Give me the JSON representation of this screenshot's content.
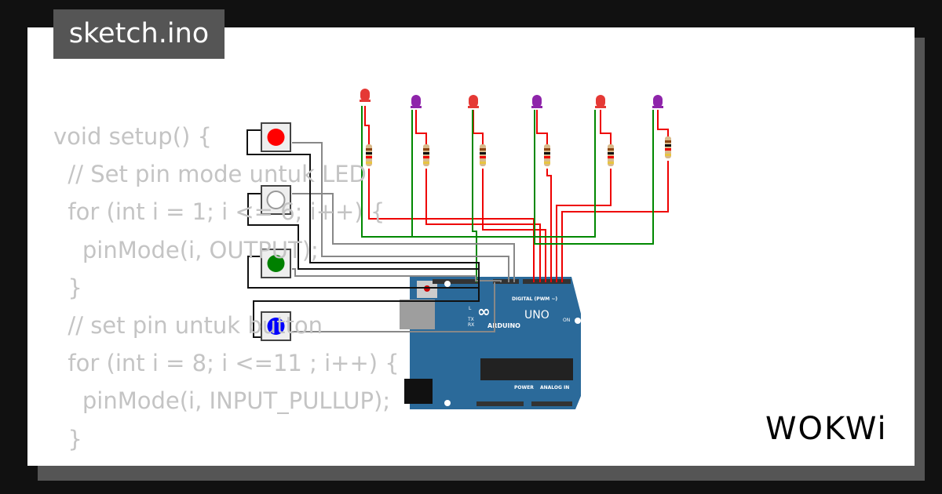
{
  "title": "sketch.ino",
  "code": [
    "void setup() {",
    "  // Set pin mode untuk LED",
    "  for (int i = 1; i <= 6; i++) {",
    "    pinMode(i, OUTPUT);",
    "  }",
    "  // set pin untuk button",
    "  for (int i = 8; i <=11 ; i++) {",
    "    pinMode(i, INPUT_PULLUP);",
    "  }"
  ],
  "circuit": {
    "leds": [
      {
        "color": "#e53935"
      },
      {
        "color": "#8e24aa"
      },
      {
        "color": "#e53935"
      },
      {
        "color": "#8e24aa"
      },
      {
        "color": "#e53935"
      },
      {
        "color": "#8e24aa"
      }
    ],
    "buttons": [
      {
        "color": "#ff0000"
      },
      {
        "color": "#ffffff"
      },
      {
        "color": "#008000"
      },
      {
        "color": "#0000ff"
      }
    ],
    "arduino": {
      "brand": "ARDUINO",
      "model": "UNO",
      "digital_label": "DIGITAL (PWM ~)",
      "power_label": "POWER",
      "analog_label": "ANALOG IN",
      "on_label": "ON",
      "l_label": "L",
      "tx_label": "TX",
      "rx_label": "RX",
      "board_color": "#2b6a9a"
    }
  },
  "logo": "WOKWi"
}
